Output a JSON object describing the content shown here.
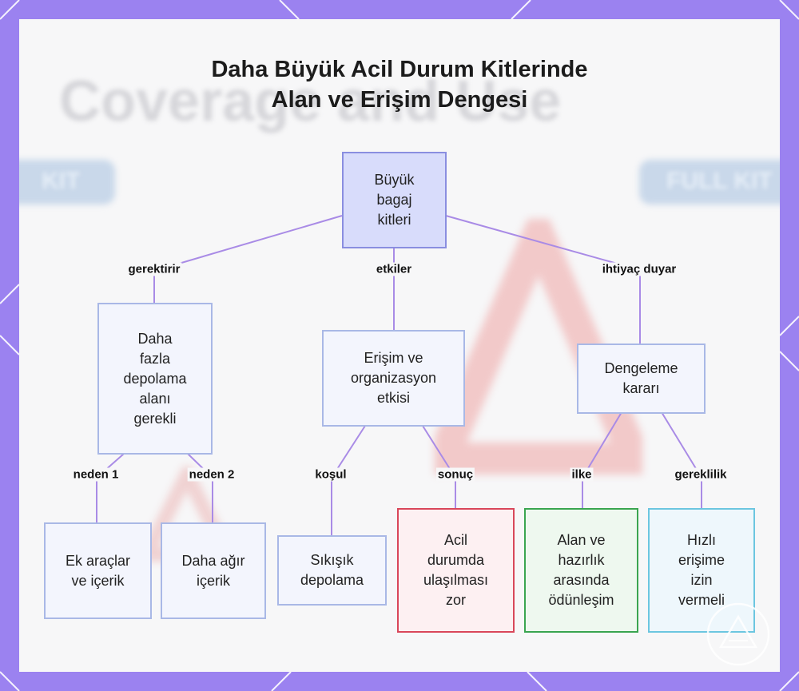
{
  "title": {
    "line1": "Daha Büyük Acil Durum Kitlerinde",
    "line2": "Alan ve Erişim Dengesi"
  },
  "background": {
    "ghost_line1": "Coverage and Use",
    "ghost_pill_left": "KIT",
    "ghost_pill_right": "FULL KIT"
  },
  "nodes": {
    "root": [
      "Büyük",
      "bagaj",
      "kitleri"
    ],
    "storage": [
      "Daha",
      "fazla",
      "depolama",
      "alanı",
      "gerekli"
    ],
    "access": [
      "Erişim ve",
      "organizasyon",
      "etkisi"
    ],
    "balance": [
      "Dengeleme",
      "kararı"
    ],
    "extra_tools": [
      "Ek araçlar",
      "ve içerik"
    ],
    "heavier": [
      "Daha ağır",
      "içerik"
    ],
    "cramped": [
      "Sıkışık",
      "depolama"
    ],
    "hard_reach": [
      "Acil",
      "durumda",
      "ulaşılması",
      "zor"
    ],
    "tradeoff": [
      "Alan ve",
      "hazırlık",
      "arasında",
      "ödünleşim"
    ],
    "quick_access": [
      "Hızlı",
      "erişime",
      "izin",
      "vermeli"
    ]
  },
  "edges": {
    "requires": "gerektirir",
    "affects": "etkiler",
    "needs": "ihtiyaç duyar",
    "reason1": "neden 1",
    "reason2": "neden 2",
    "condition": "koşul",
    "result": "sonuç",
    "principle": "ilke",
    "requirement": "gereklilik"
  },
  "colors": {
    "frame": "#9b82f0",
    "edge": "#a98be6",
    "root_fill": "#d8dcfb",
    "red": "#d9475a",
    "green": "#3aa550",
    "cyan": "#6cc6e0"
  }
}
